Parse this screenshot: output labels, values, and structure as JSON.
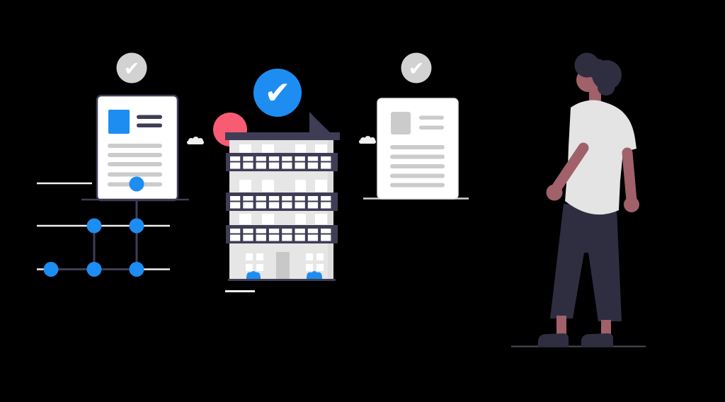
{
  "scene": {
    "kind": "flat vector illustration",
    "alt": "Approval workflow illustration: a verified document connected to a node graph, a verified office building, a second verified document, and a person standing on the right viewing them",
    "background": "#000000"
  },
  "icons": {
    "check": "✔"
  },
  "colors": {
    "accent_blue": "#1d8df2",
    "pink": "#f75c72",
    "dark_navy": "#3f3d56",
    "ink_navy": "#2f2e41",
    "skin": "#a0616a",
    "white": "#ffffff",
    "soft_white": "#f1f1f3",
    "shirt_gray": "#e4e4e4",
    "building_gray": "#e6e6e6",
    "building_shade": "#dddddd",
    "line_gray": "#cbcbcb",
    "badge_gray": "#d2d2d2",
    "door_gray": "#c8c8c8",
    "ground_light": "#d5d5d5",
    "ground_dark": "#4d4a56",
    "cloud_white": "#eef0f1"
  },
  "left_group": {
    "label": "approved document with linked node graph",
    "heading_lines": 2,
    "text_lines": 5,
    "graph_nodes": 6
  },
  "building_group": {
    "label": "approved office building",
    "floors": 3,
    "window_bands": 3
  },
  "right_group": {
    "label": "approved document",
    "heading_lines": 2,
    "text_lines": 5
  },
  "person_group": {
    "label": "person standing, seen from behind, looking at the verified items"
  }
}
